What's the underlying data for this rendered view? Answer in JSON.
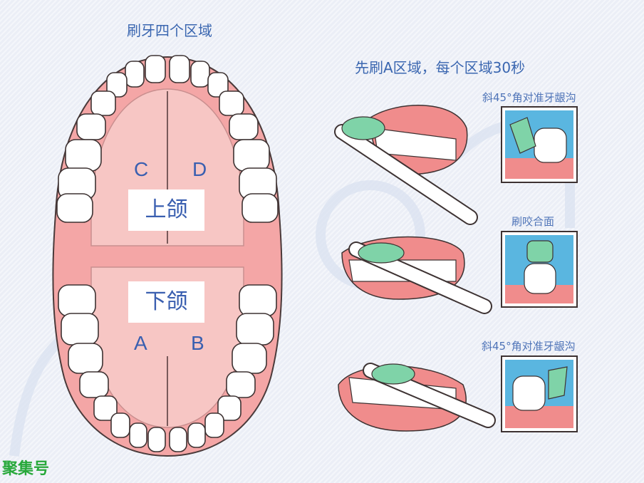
{
  "diagram": {
    "title_left": "刷牙四个区域",
    "title_right": "先刷A区域，每个区域30秒",
    "zones": {
      "c": "C",
      "d": "D",
      "a": "A",
      "b": "B"
    },
    "upper_jaw": "上颌",
    "lower_jaw": "下颌",
    "steps": [
      {
        "label": "斜45°角对准牙龈沟"
      },
      {
        "label": "刷咬合面"
      },
      {
        "label": "斜45°角对准牙龈沟"
      }
    ],
    "watermark": "聚集号",
    "colors": {
      "title_blue": "#3a66b0",
      "gum_pink": "#f4a6a6",
      "palate_pink": "#f7c6c4",
      "tooth_white": "#ffffff",
      "brush_green": "#7fd3a8",
      "panel_bg": "#5ab6e0",
      "watermark_green": "#27a83a"
    }
  }
}
